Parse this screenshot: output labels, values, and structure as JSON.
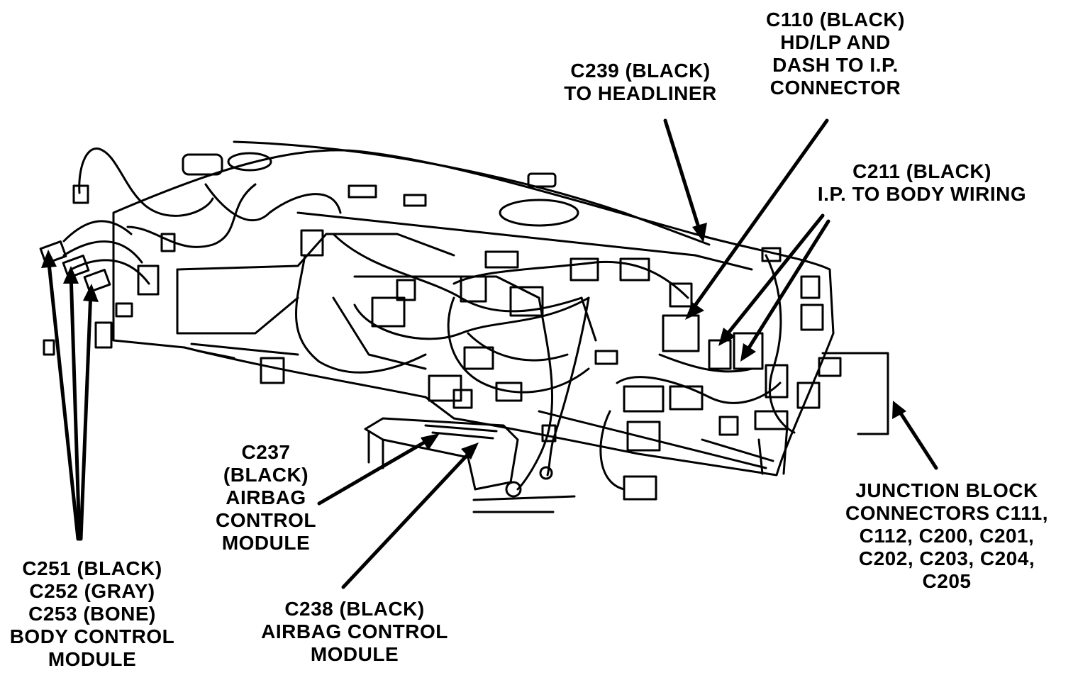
{
  "colors": {
    "ink": "#000000",
    "paper": "#ffffff"
  },
  "labels": {
    "c110": [
      "C110 (BLACK)",
      "HD/LP AND",
      "DASH TO I.P.",
      "CONNECTOR"
    ],
    "c239": [
      "C239 (BLACK)",
      "TO HEADLINER"
    ],
    "c211": [
      "C211 (BLACK)",
      "I.P. TO BODY WIRING"
    ],
    "junction": [
      "JUNCTION BLOCK",
      "CONNECTORS C111,",
      "C112, C200, C201,",
      "C202, C203, C204,",
      "C205"
    ],
    "c237": [
      "C237",
      "(BLACK)",
      "AIRBAG",
      "CONTROL",
      "MODULE"
    ],
    "c238": [
      "C238 (BLACK)",
      "AIRBAG CONTROL",
      "MODULE"
    ],
    "c251": [
      "C251 (BLACK)",
      "C252 (GRAY)",
      "C253 (BONE)",
      "BODY CONTROL",
      "MODULE"
    ]
  }
}
